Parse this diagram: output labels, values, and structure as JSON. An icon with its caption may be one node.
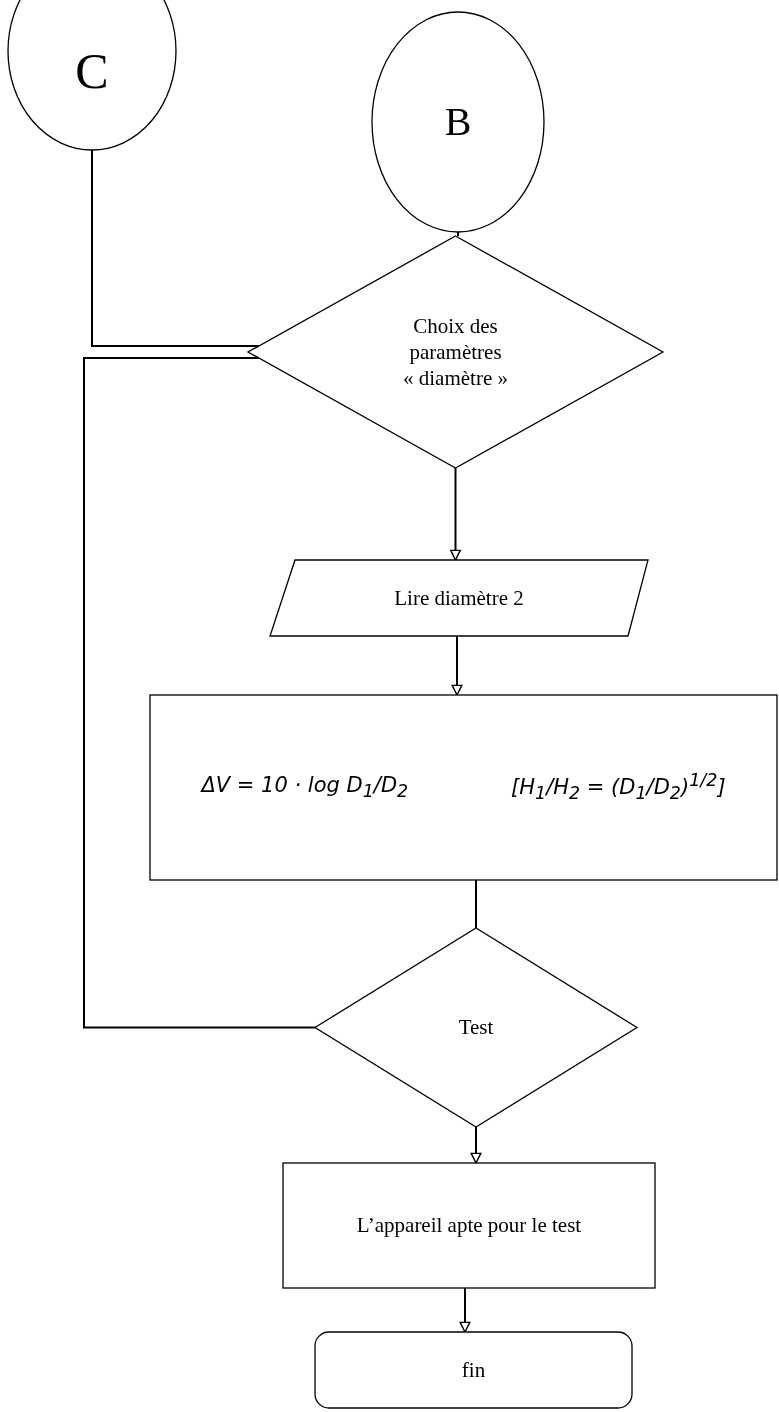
{
  "diagram": {
    "nodes": [
      {
        "text": [
          "C"
        ]
      },
      {
        "text": [
          "B"
        ]
      },
      {
        "text": [
          "Choix des paramètres « diamètre »"
        ]
      },
      {
        "text": [
          "Lire diamètre 2"
        ]
      },
      {
        "text": [
          "ΔV = 10 · log D$_{1}$/D$_{2}$",
          "[H$_{1}$/H$_{2}$ = (D$_{1}$/D$_{2}$)$^{1/2}$]"
        ]
      },
      {
        "text": [
          "Test"
        ]
      },
      {
        "text": [
          "L’appareil apte pour le test"
        ]
      },
      {
        "text": [
          "fin"
        ]
      }
    ],
    "edges": [
      {
        "from": 0,
        "to": 2,
        "arrow": "none"
      },
      {
        "from": 1,
        "to": 2,
        "arrow": "none"
      },
      {
        "from": 2,
        "to": 3,
        "arrow": "to"
      },
      {
        "from": 3,
        "to": 4,
        "arrow": "to"
      },
      {
        "from": 4,
        "to": 5,
        "arrow": "none"
      },
      {
        "from": 5,
        "to": 2,
        "arrow": "none"
      },
      {
        "from": 5,
        "to": 6,
        "arrow": "to"
      },
      {
        "from": 6,
        "to": 7,
        "arrow": "to"
      }
    ]
  }
}
